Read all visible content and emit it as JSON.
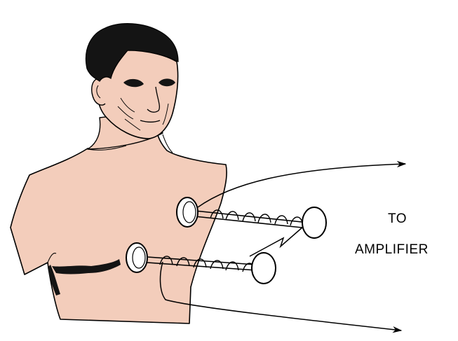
{
  "labels": {
    "line1": "TO",
    "line2": "AMPLIFIER"
  },
  "colors": {
    "skin": "#F3CDBB",
    "hair": "#141414",
    "outline": "#000000",
    "electrode_face": "#FFFFFF"
  },
  "icons": {
    "figure": "human-torso-illustration",
    "electrodes": "spring-electrode-pair",
    "leads": "lead-wire-arrow"
  }
}
